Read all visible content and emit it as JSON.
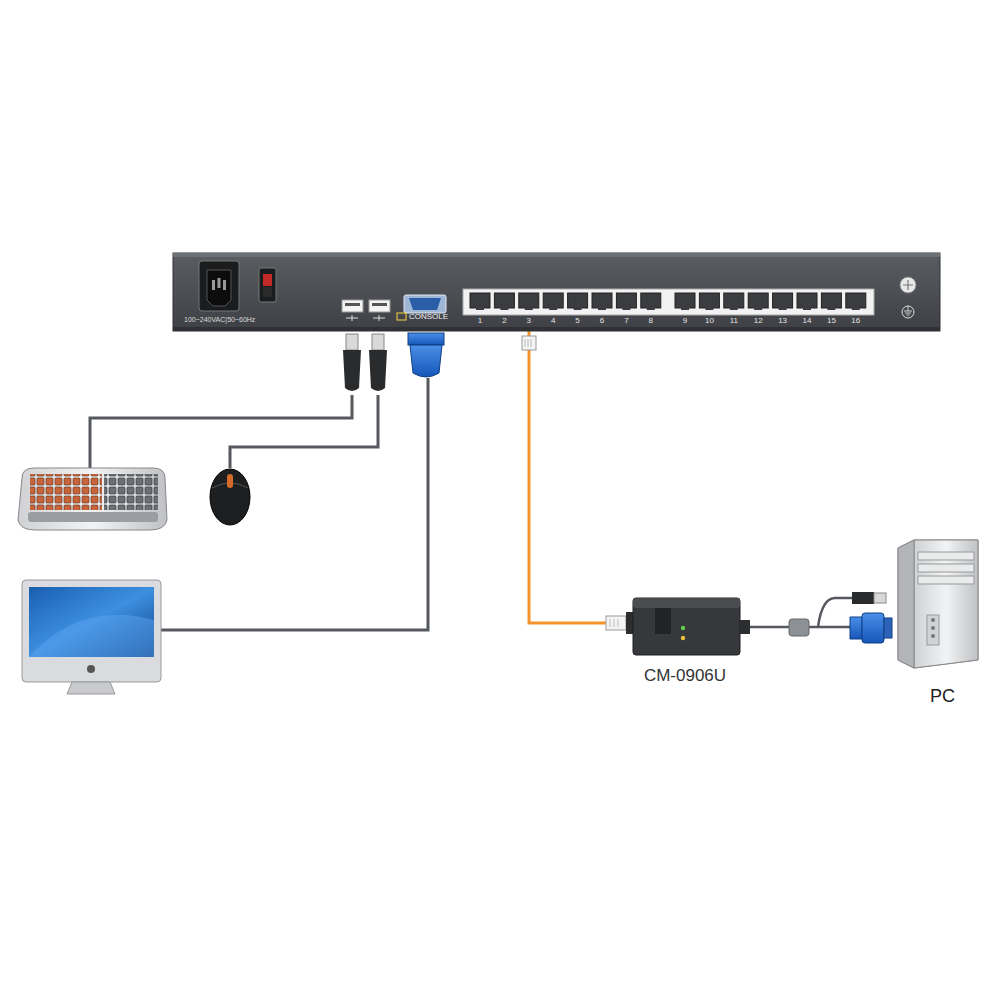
{
  "diagram": {
    "nodes": [
      {
        "text": [
          "100~240VAC|50~60Hz",
          "CONSOLE"
        ]
      },
      {
        "text": [
          "CM-0906U"
        ]
      },
      {
        "text": [
          "PC"
        ]
      }
    ],
    "edges": [
      {
        "from": 0,
        "to": 1,
        "arrow": "none"
      },
      {
        "from": 1,
        "to": 2,
        "arrow": "none"
      }
    ],
    "labels": [
      "1",
      "2",
      "3",
      "4",
      "5",
      "6",
      "7",
      "8",
      "9",
      "10",
      "11",
      "12",
      "13",
      "14",
      "15",
      "16"
    ]
  }
}
